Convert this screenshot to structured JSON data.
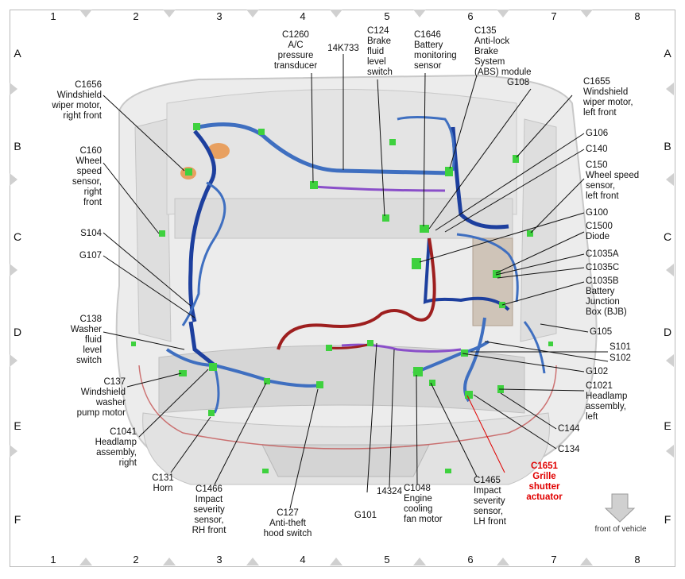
{
  "grid": {
    "columns": [
      "1",
      "2",
      "3",
      "4",
      "5",
      "6",
      "7",
      "8"
    ],
    "rows": [
      "A",
      "B",
      "C",
      "D",
      "E",
      "F"
    ]
  },
  "front_label": "front of vehicle",
  "callouts": {
    "c1656": "C1656\nWindshield\nwiper motor,\nright front",
    "c160": "C160\nWheel\nspeed\nsensor,\nright\nfront",
    "s104": "S104",
    "g107": "G107",
    "c138": "C138\nWasher\nfluid\nlevel\nswitch",
    "c137": "C137\nWindshield\nwasher\npump motor",
    "c1041": "C1041\nHeadlamp\nassembly,\nright",
    "c131": "C131\nHorn",
    "c1466": "C1466\nImpact\nseverity\nsensor,\nRH front",
    "c127": "C127\nAnti-theft\nhood switch",
    "c1260": "C1260\nA/C\npressure\ntransducer",
    "w14k733": "14K733",
    "c124": "C124\nBrake\nfluid\nlevel\nswitch",
    "c1646": "C1646\nBattery\nmonitoring\nsensor",
    "c135": "C135\nAnti-lock\nBrake\nSystem\n(ABS) module",
    "g108": "G108",
    "c1655": "C1655\nWindshield\nwiper motor,\nleft front",
    "g106": "G106",
    "c140": "C140",
    "c150": "C150\nWheel speed\nsensor,\nleft front",
    "g100": "G100",
    "c1500": "C1500\nDiode",
    "c1035a": "C1035A",
    "c1035c": "C1035C",
    "c1035b": "C1035B\nBattery\nJunction\nBox (BJB)",
    "g105": "G105",
    "s101": "S101",
    "s102": "S102",
    "g102": "G102",
    "c1021": "C1021\nHeadlamp\nassembly,\nleft",
    "c144": "C144",
    "c134": "C134",
    "c1651": "C1651\nGrille\nshutter\nactuator",
    "c1465": "C1465\nImpact\nseverity\nsensor,\nLH front",
    "c1048": "C1048\nEngine\ncooling\nfan motor",
    "w14324": "14324",
    "g101": "G101"
  },
  "colors": {
    "harness_blue": "#3f6fc0",
    "harness_dark_blue": "#1d3f9e",
    "harness_red": "#9e1f1f",
    "harness_purple": "#8a4fc9",
    "connector_green": "#3ed13e",
    "highlight_red": "#e00000"
  }
}
